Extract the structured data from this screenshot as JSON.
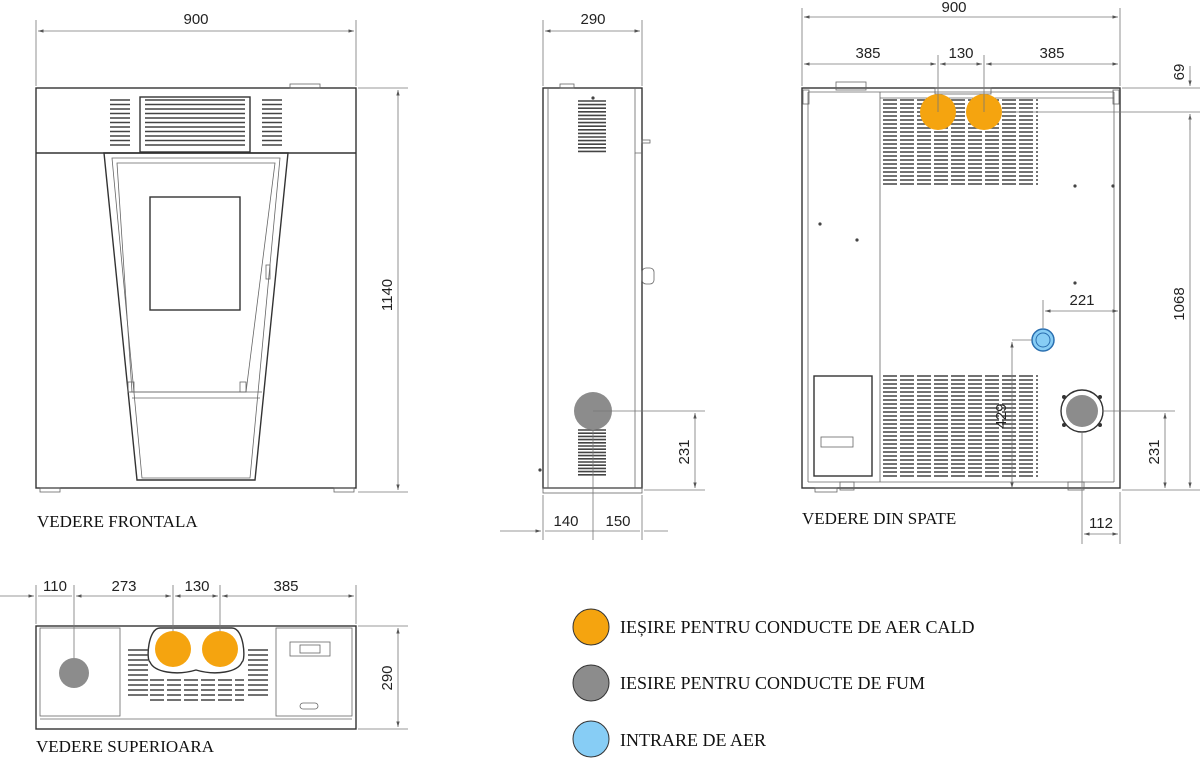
{
  "captions": {
    "front": "VEDERE FRONTALA",
    "side": "",
    "back": "VEDERE DIN SPATE",
    "top": "VEDERE SUPERIOARA"
  },
  "dimensions": {
    "front_width": "900",
    "front_height": "1140",
    "side_depth": "290",
    "side_flue_height": "231",
    "side_offset_front": "140",
    "side_offset_back": "150",
    "back_width": "900",
    "back_left": "385",
    "back_mid": "130",
    "back_right": "385",
    "back_top": "69",
    "back_air_offset": "221",
    "back_height": "1068",
    "back_air_height": "429",
    "back_flue_height": "231",
    "back_flue_offset": "112",
    "top_a": "110",
    "top_b": "273",
    "top_c": "130",
    "top_d": "385",
    "top_depth": "290"
  },
  "legend": [
    {
      "label": "IEȘIRE PENTRU CONDUCTE DE AER CALD",
      "color": "#f5a40f"
    },
    {
      "label": "IESIRE PENTRU CONDUCTE DE FUM",
      "color": "#8c8c8c"
    },
    {
      "label": "INTRARE DE AER",
      "color": "#87cdf5"
    }
  ],
  "colors": {
    "hot_air": "#f5a40f",
    "smoke": "#8c8c8c",
    "air_in": "#87cdf5",
    "stroke": "#333333"
  }
}
